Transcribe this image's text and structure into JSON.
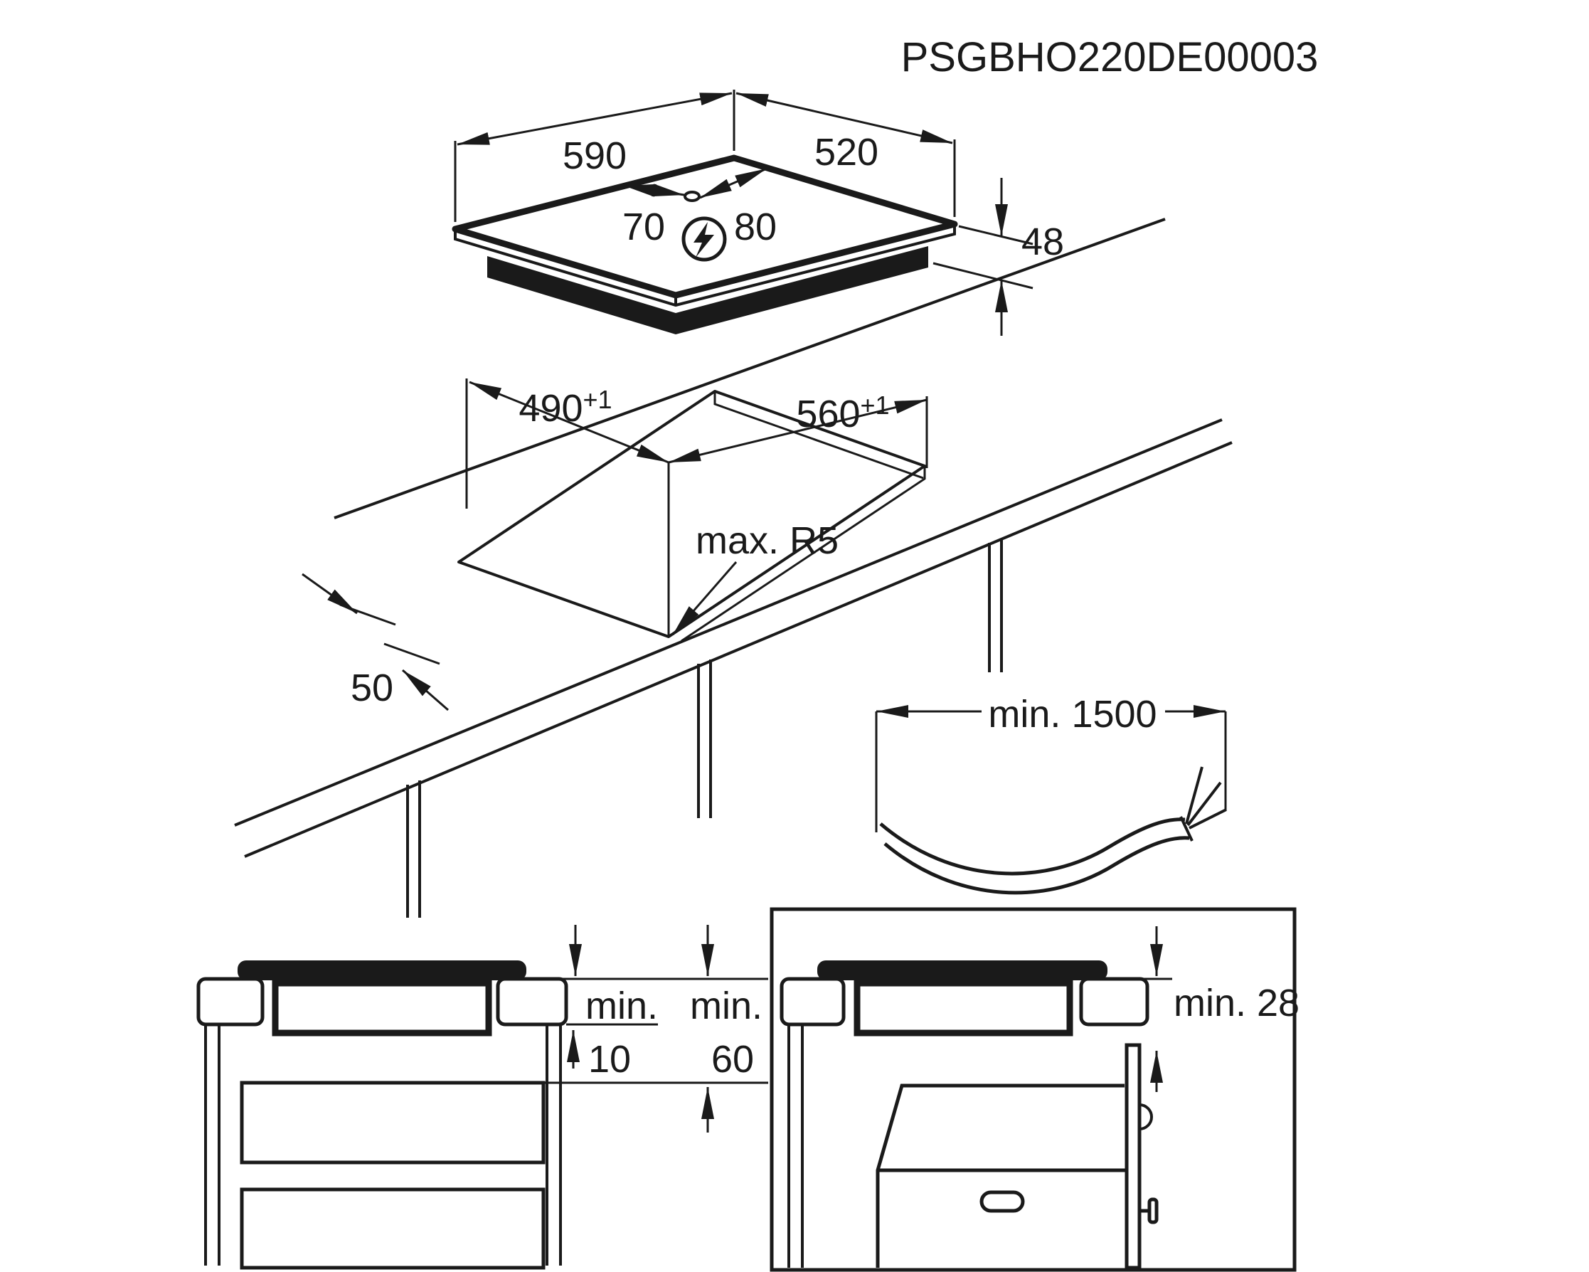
{
  "title": "PSGBHO220DE00003",
  "colors": {
    "line": "#1a1a1a",
    "background": "#ffffff"
  },
  "hob_view": {
    "width": "590",
    "depth": "520",
    "cable_hole_left": "70",
    "cable_hole_right": "80",
    "height": "48",
    "power_icon": "lightning-icon"
  },
  "cutout_view": {
    "depth": "490",
    "depth_tolerance": "+1",
    "width": "560",
    "width_tolerance": "+1",
    "front_distance": "50",
    "corner_radius": "max. R5"
  },
  "cable_view": {
    "min_length": "min. 1500"
  },
  "section_view": {
    "min_label_1": "min.",
    "hob_clearance": "10",
    "min_label_2": "min.",
    "drawer_clearance": "60"
  },
  "oven_view": {
    "oven_clearance": "min. 28"
  }
}
